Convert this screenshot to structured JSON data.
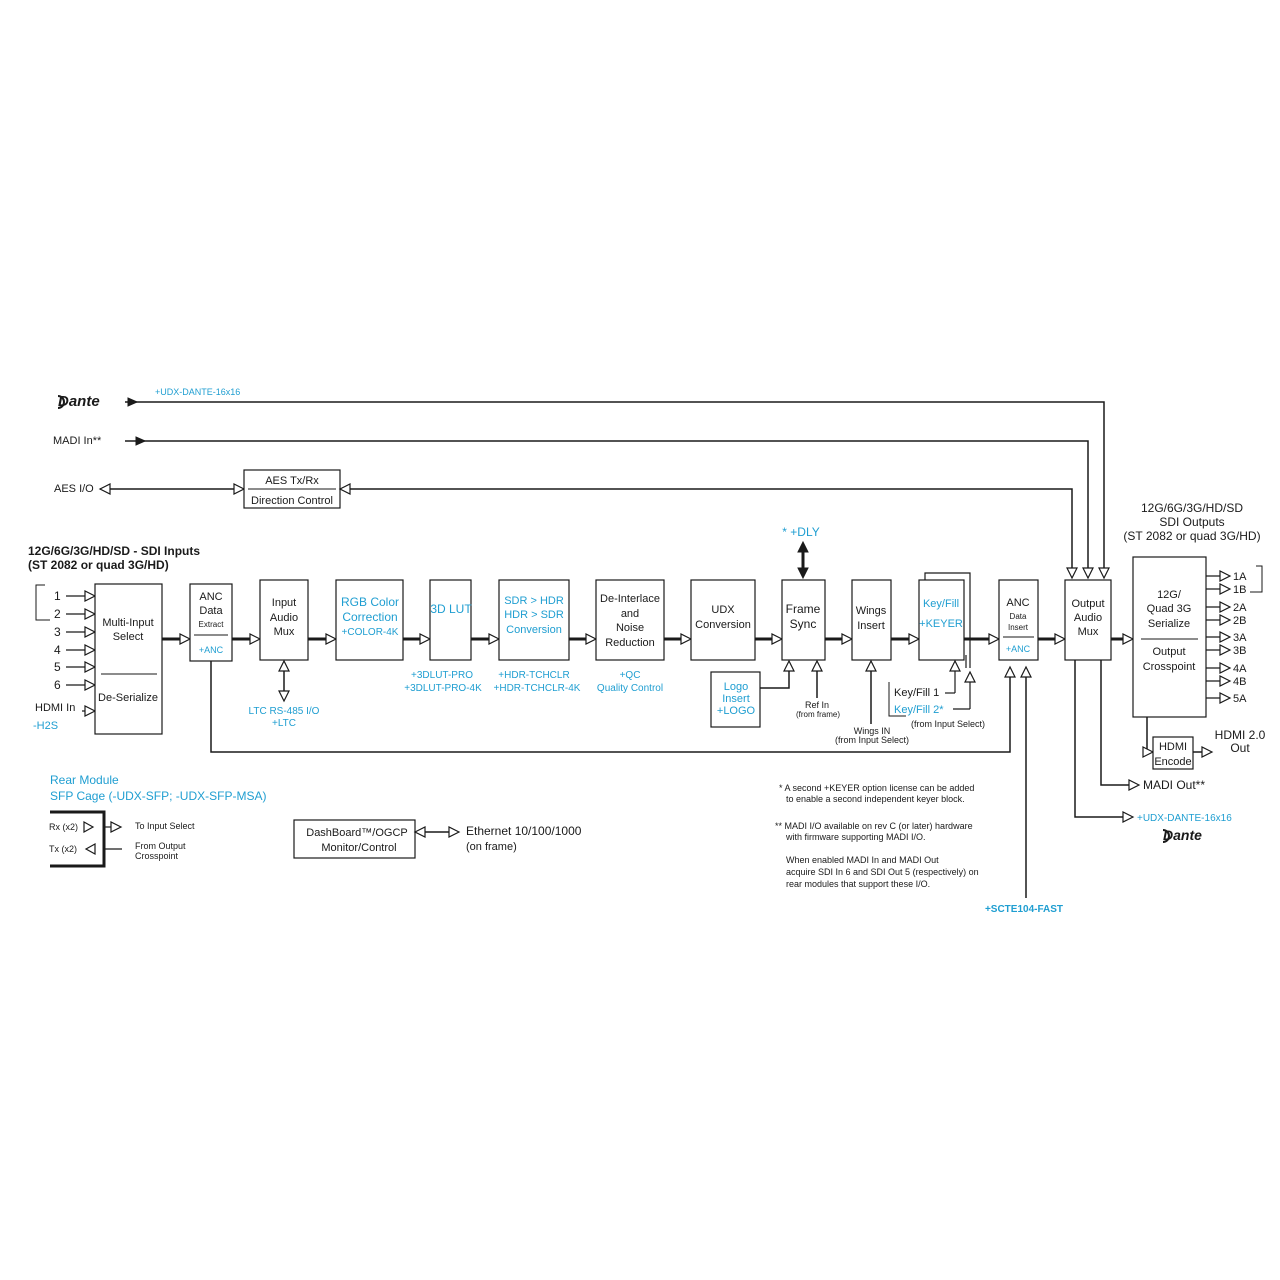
{
  "dante_logo_text": "Dante",
  "options": {
    "udx_dante": "+UDX-DANTE-16x16",
    "anc_extract": "+ANC",
    "anc_insert": "+ANC",
    "ltc": "+LTC",
    "color": "+COLOR-4K",
    "lut_pro": "+3DLUT-PRO",
    "lut_pro_4k": "+3DLUT-PRO-4K",
    "hdr_tchclr": "+HDR-TCHCLR",
    "hdr_tchclr_4k": "+HDR-TCHCLR-4K",
    "qc": "+QC",
    "qc_label": "Quality Control",
    "dly": "* +DLY",
    "logo": "+LOGO",
    "keyer": "+KEYER",
    "h2s": "-H2S",
    "scte": "+SCTE104-FAST",
    "udx_dante_out": "+UDX-DANTE-16x16"
  },
  "inputs": {
    "madi_in": "MADI In**",
    "aes_io": "AES I/O",
    "sdi_title_1": "12G/6G/3G/HD/SD - SDI Inputs",
    "sdi_title_2": "(ST 2082 or quad 3G/HD)",
    "sdi_numbers": [
      "1",
      "2",
      "3",
      "4",
      "5",
      "6"
    ],
    "hdmi_in": "HDMI In"
  },
  "blocks": {
    "aes_line1": "AES Tx/Rx",
    "aes_line2": "Direction Control",
    "multi_input_1": "Multi-Input",
    "multi_input_2": "Select",
    "deserialize": "De-Serialize",
    "anc_extract_1": "ANC",
    "anc_extract_2": "Data",
    "anc_extract_3": "Extract",
    "input_audio_1": "Input",
    "input_audio_2": "Audio",
    "input_audio_3": "Mux",
    "rgb_1": "RGB Color",
    "rgb_2": "Correction",
    "lut": "3D LUT",
    "sdr_1": "SDR > HDR",
    "sdr_2": "HDR > SDR",
    "sdr_3": "Conversion",
    "deint_1": "De-Interlace",
    "deint_2": "and",
    "deint_3": "Noise",
    "deint_4": "Reduction",
    "udx_1": "UDX",
    "udx_2": "Conversion",
    "fs_1": "Frame",
    "fs_2": "Sync",
    "logo_1": "Logo",
    "logo_2": "Insert",
    "wings_1": "Wings",
    "wings_2": "Insert",
    "key_1": "Key/Fill",
    "anc_insert_1": "ANC",
    "anc_insert_2": "Data",
    "anc_insert_3": "Insert",
    "out_audio_1": "Output",
    "out_audio_2": "Audio",
    "out_audio_3": "Mux",
    "ser_1": "12G/",
    "ser_2": "Quad 3G",
    "ser_3": "Serialize",
    "xpt_1": "Output",
    "xpt_2": "Crosspoint",
    "hdmi_enc_1": "HDMI",
    "hdmi_enc_2": "Encode",
    "dashboard_1": "DashBoard™/OGCP",
    "dashboard_2": "Monitor/Control"
  },
  "labels": {
    "ltc_rs485": "LTC RS-485 I/O",
    "ref_in_1": "Ref In",
    "ref_in_2": "(from frame)",
    "wings_in_1": "Wings IN",
    "wings_in_2": "(from Input Select)",
    "keyfill_1": "Key/Fill 1",
    "keyfill_2": "Key/Fill 2*",
    "from_input_select": "(from Input Select)",
    "sdi_out_1": "12G/6G/3G/HD/SD",
    "sdi_out_2": "SDI Outputs",
    "sdi_out_3": "(ST 2082 or quad 3G/HD)",
    "out_ports": [
      "1A",
      "1B",
      "2A",
      "2B",
      "3A",
      "3B",
      "4A",
      "4B",
      "5A"
    ],
    "hdmi_out_1": "HDMI 2.0",
    "hdmi_out_2": "Out",
    "madi_out": "MADI Out**",
    "rear_1": "Rear Module",
    "rear_2": "SFP Cage (-UDX-SFP; -UDX-SFP-MSA)",
    "rx": "Rx (x2)",
    "tx": "Tx (x2)",
    "to_input_select": "To Input Select",
    "from_output_1": "From Output",
    "from_output_2": "Crosspoint",
    "ethernet_1": "Ethernet 10/100/1000",
    "ethernet_2": "(on frame)"
  },
  "notes": {
    "n1a": "* A second +KEYER option license can be added",
    "n1b": "to enable a second independent keyer block.",
    "n2a": "** MADI I/O available on rev C (or later) hardware",
    "n2b": "with firmware supporting MADI I/O.",
    "n3a": "When enabled MADI In and MADI Out",
    "n3b": "acquire SDI In 6 and SDI Out 5 (respectively) on",
    "n3c": "rear modules that support these I/O."
  },
  "colors": {
    "accent": "#1f9ed1",
    "ink": "#1a1a1a"
  }
}
